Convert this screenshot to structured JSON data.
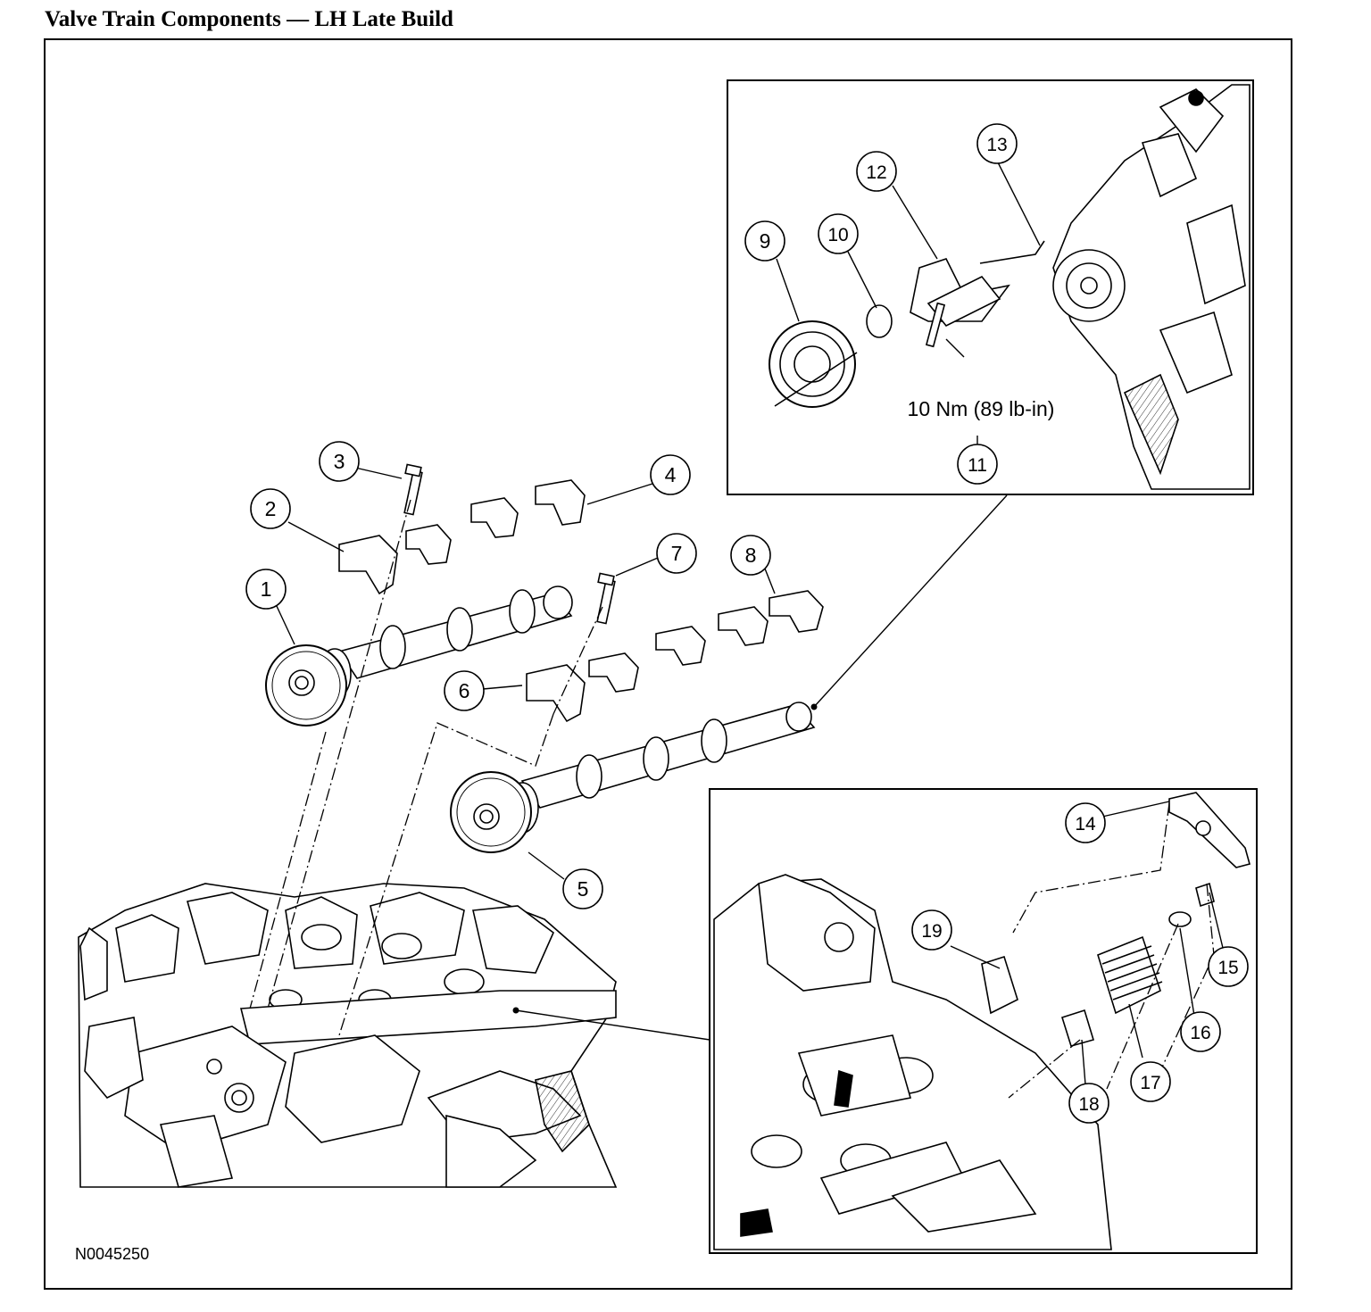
{
  "title": "Valve Train Components — LH Late Build",
  "figure_id": "N0045250",
  "torque_spec": "10 Nm (89 lb-in)",
  "callouts": {
    "c1": "1",
    "c2": "2",
    "c3": "3",
    "c4": "4",
    "c5": "5",
    "c6": "6",
    "c7": "7",
    "c8": "8",
    "c9": "9",
    "c10": "10",
    "c11": "11",
    "c12": "12",
    "c13": "13",
    "c14": "14",
    "c15": "15",
    "c16": "16",
    "c17": "17",
    "c18": "18",
    "c19": "19"
  }
}
